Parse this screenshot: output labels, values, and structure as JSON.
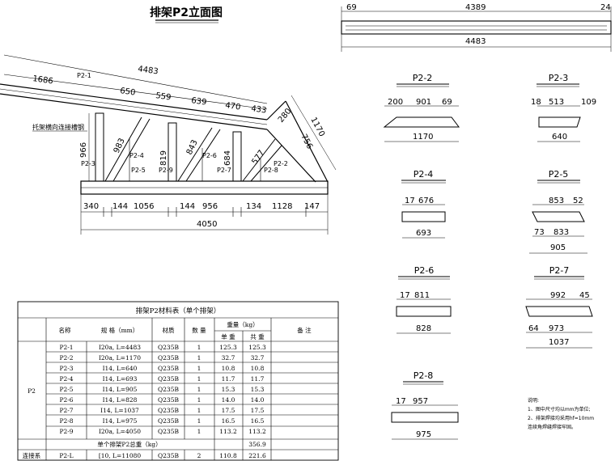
{
  "title": "排架P2立面图",
  "elevation": {
    "top_chord_length": "4483",
    "top_segments": [
      "1686",
      "650",
      "559",
      "639",
      "470",
      "433"
    ],
    "end_incline": [
      "280",
      "1170",
      "756"
    ],
    "verticals": [
      "966",
      "983",
      "819",
      "843",
      "684",
      "577"
    ],
    "bottom_segments": [
      "340",
      "144",
      "1056",
      "144",
      "956",
      "134",
      "1128",
      "147"
    ],
    "bottom_total": "4050",
    "annotation": "托架横向连接槽钢",
    "member_tags": [
      "P2-1",
      "P2-2",
      "P2-3",
      "P2-4",
      "P2-5",
      "P2-6",
      "P2-7",
      "P2-8",
      "P2-9"
    ]
  },
  "top_member": {
    "left": "69",
    "middle": "4389",
    "right": "24",
    "total": "4483"
  },
  "details": [
    {
      "name": "P2-2",
      "dims": [
        "200",
        "901",
        "69"
      ],
      "total": "1170"
    },
    {
      "name": "P2-3",
      "dims": [
        "18",
        "513",
        "109"
      ],
      "total": "640"
    },
    {
      "name": "P2-4",
      "dims": [
        "17",
        "676"
      ],
      "total": "693"
    },
    {
      "name": "P2-5",
      "dims": [
        "853",
        "52"
      ],
      "inner": [
        "73",
        "833"
      ],
      "total": "905"
    },
    {
      "name": "P2-6",
      "dims": [
        "17",
        "811"
      ],
      "total": "828"
    },
    {
      "name": "P2-7",
      "dims": [
        "992",
        "45"
      ],
      "inner": [
        "64",
        "973"
      ],
      "total": "1037"
    },
    {
      "name": "P2-8",
      "dims": [
        "17",
        "957"
      ],
      "total": "975"
    }
  ],
  "notes": {
    "heading": "说明:",
    "lines": [
      "1、图中尺寸均以mm为单位;",
      "2、排架焊接均采用hf=10mm",
      "连续角焊缝焊接牢固。"
    ]
  },
  "table": {
    "title": "排架P2材料表（单个排架）",
    "headers": [
      "名称",
      "规 格（mm）",
      "材质",
      "数 量",
      "重量（kg）",
      "备 注"
    ],
    "subheaders": [
      "单 重",
      "共 重"
    ],
    "group": "P2",
    "rows": [
      [
        "P2-1",
        "I20a, L=4483",
        "Q235B",
        "1",
        "125.3",
        "125.3"
      ],
      [
        "P2-2",
        "I20a, L=1170",
        "Q235B",
        "1",
        "32.7",
        "32.7"
      ],
      [
        "P2-3",
        "I14, L=640",
        "Q235B",
        "1",
        "10.8",
        "10.8"
      ],
      [
        "P2-4",
        "I14, L=693",
        "Q235B",
        "1",
        "11.7",
        "11.7"
      ],
      [
        "P2-5",
        "I14, L=905",
        "Q235B",
        "1",
        "15.3",
        "15.3"
      ],
      [
        "P2-6",
        "I14, L=828",
        "Q235B",
        "1",
        "14.0",
        "14.0"
      ],
      [
        "P2-7",
        "I14, L=1037",
        "Q235B",
        "1",
        "17.5",
        "17.5"
      ],
      [
        "P2-8",
        "I14, L=975",
        "Q235B",
        "1",
        "16.5",
        "16.5"
      ],
      [
        "P2-9",
        "I20a, L=4050",
        "Q235B",
        "1",
        "113.2",
        "113.2"
      ]
    ],
    "total_label": "单个排架P2总重（kg）",
    "total_value": "356.9",
    "extra": {
      "group": "连接系",
      "name": "P2-L",
      "spec": "[10, L=11080",
      "material": "Q235B",
      "qty": "2",
      "unit": "110.8",
      "total": "221.6"
    }
  }
}
